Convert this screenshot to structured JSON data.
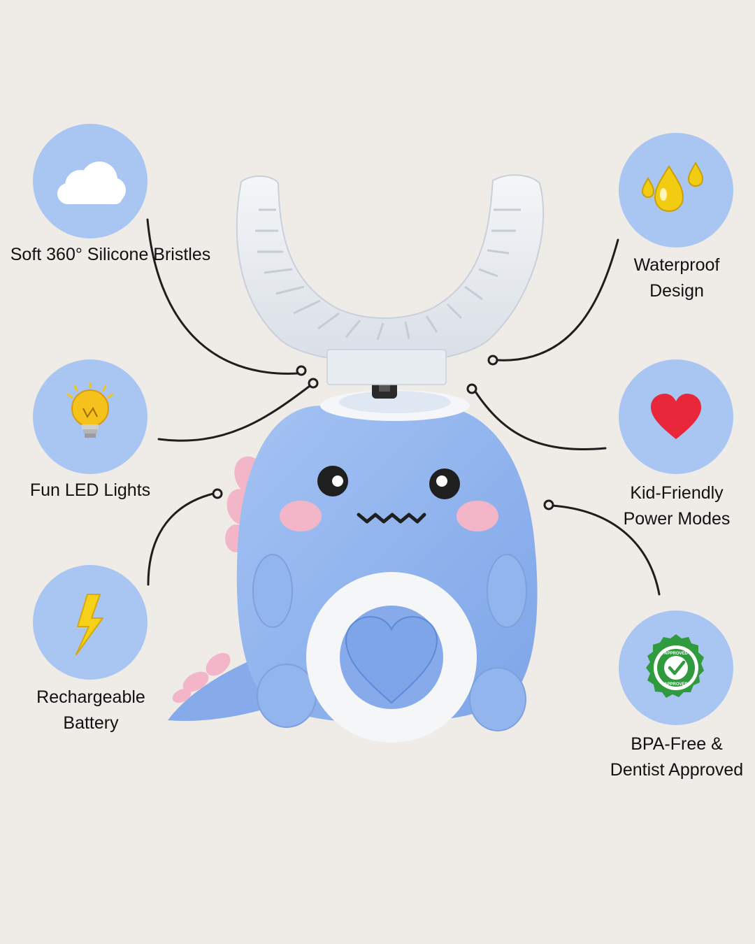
{
  "features": {
    "bristles": {
      "icon": "cloud-icon",
      "line1": "Soft 360° Silicone Bristles"
    },
    "waterproof": {
      "icon": "water-drops-icon",
      "line1": "Waterproof",
      "line2": "Design"
    },
    "led": {
      "icon": "lightbulb-icon",
      "line1": "Fun LED Lights"
    },
    "power_modes": {
      "icon": "heart-icon",
      "line1": "Kid-Friendly",
      "line2": "Power Modes"
    },
    "battery": {
      "icon": "lightning-bolt-icon",
      "line1": "Rechargeable",
      "line2": "Battery"
    },
    "bpa_free": {
      "icon": "approved-seal-icon",
      "line1": "BPA-Free &",
      "line2": "Dentist Approved",
      "seal_text": "APPROVED"
    }
  },
  "colors": {
    "background": "#efebe7",
    "circle": "#a9c5f2",
    "product_body": "#8db1ec",
    "accent_pink": "#f3b6c8",
    "heart_red": "#e8283a",
    "bolt_yellow": "#f5d11a",
    "seal_green": "#2f9a3e"
  }
}
